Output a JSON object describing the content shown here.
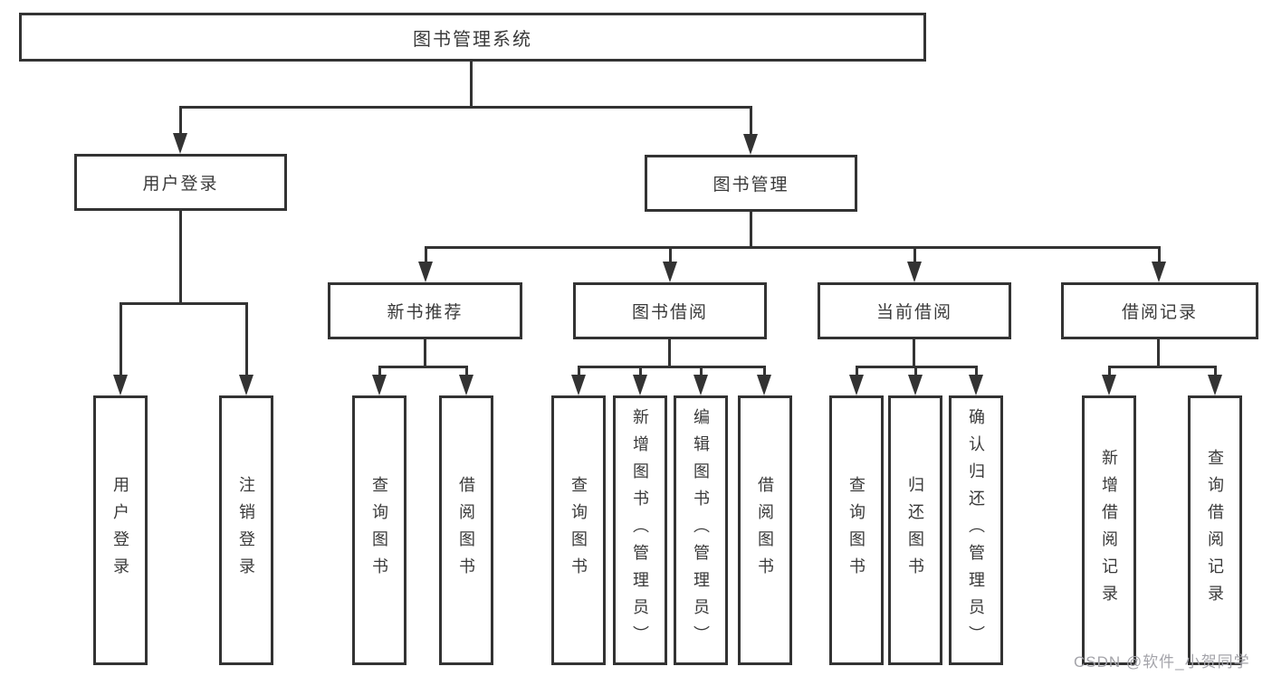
{
  "tree": {
    "label": "图书管理系统",
    "children": [
      {
        "label": "用户登录",
        "children": [
          {
            "label": "用户登录"
          },
          {
            "label": "注销登录"
          }
        ]
      },
      {
        "label": "图书管理",
        "children": [
          {
            "label": "新书推荐",
            "children": [
              {
                "label": "查询图书"
              },
              {
                "label": "借阅图书"
              }
            ]
          },
          {
            "label": "图书借阅",
            "children": [
              {
                "label": "查询图书"
              },
              {
                "label": "新增图书（管理员）"
              },
              {
                "label": "编辑图书（管理员）"
              },
              {
                "label": "借阅图书"
              }
            ]
          },
          {
            "label": "当前借阅",
            "children": [
              {
                "label": "查询图书"
              },
              {
                "label": "归还图书"
              },
              {
                "label": "确认归还（管理员）"
              }
            ]
          },
          {
            "label": "借阅记录",
            "children": [
              {
                "label": "新增借阅记录"
              },
              {
                "label": "查询借阅记录"
              }
            ]
          }
        ]
      }
    ]
  },
  "watermark": "CSDN @软件_小贺同学",
  "colors": {
    "line": "#333333",
    "text": "#3a3a3a",
    "watermark": "#a4a4aa",
    "background": "#ffffff"
  }
}
